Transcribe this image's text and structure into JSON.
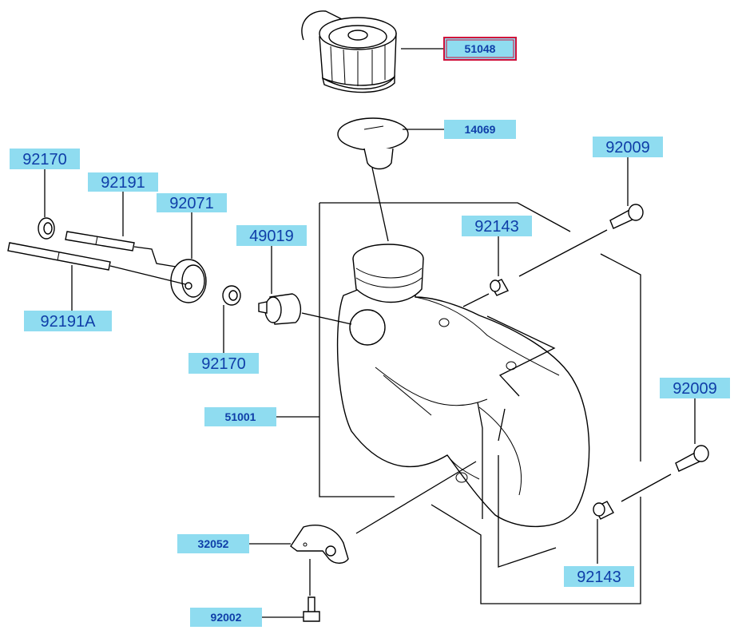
{
  "labels": {
    "p51048": "51048",
    "p14069": "14069",
    "p92009_top": "92009",
    "p92170_top": "92170",
    "p92191": "92191",
    "p92071": "92071",
    "p49019": "49019",
    "p92143_top": "92143",
    "p92191A": "92191A",
    "p92170_bottom": "92170",
    "p51001": "51001",
    "p92009_bottom": "92009",
    "p32052": "32052",
    "p92143_bottom": "92143",
    "p92002": "92002"
  },
  "colors": {
    "label_fill": "#8fdcf0",
    "label_text": "#0f3ea8",
    "selected_border": "#d0103a"
  },
  "selected_part": "51048"
}
